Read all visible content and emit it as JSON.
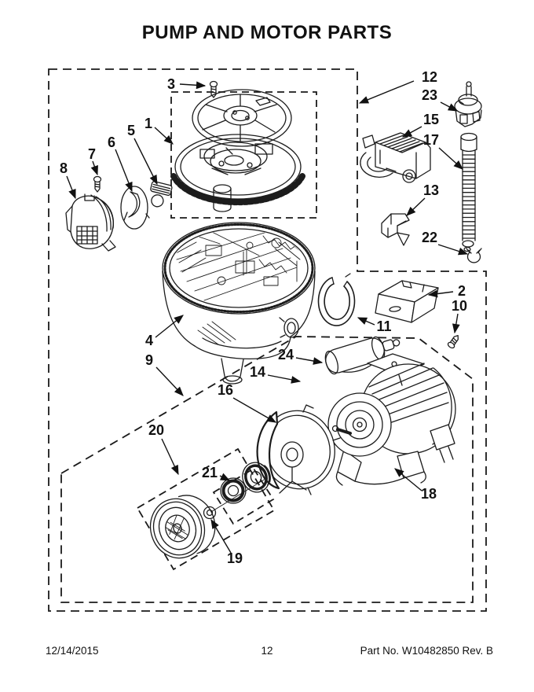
{
  "page": {
    "title": "PUMP AND MOTOR PARTS",
    "footer": {
      "date": "12/14/2015",
      "page_number": "12",
      "part_no": "Part No. W10482850  Rev. B"
    }
  },
  "diagram": {
    "description": "Exploded parts diagram of dishwasher pump and motor assembly with numbered callouts",
    "callouts": [
      {
        "number": "1"
      },
      {
        "number": "2"
      },
      {
        "number": "3"
      },
      {
        "number": "4"
      },
      {
        "number": "5"
      },
      {
        "number": "6"
      },
      {
        "number": "7"
      },
      {
        "number": "8"
      },
      {
        "number": "9"
      },
      {
        "number": "10"
      },
      {
        "number": "11"
      },
      {
        "number": "12"
      },
      {
        "number": "13"
      },
      {
        "number": "14"
      },
      {
        "number": "15"
      },
      {
        "number": "16"
      },
      {
        "number": "17"
      },
      {
        "number": "18"
      },
      {
        "number": "19"
      },
      {
        "number": "20"
      },
      {
        "number": "21"
      },
      {
        "number": "22"
      },
      {
        "number": "23"
      },
      {
        "number": "24"
      }
    ]
  }
}
